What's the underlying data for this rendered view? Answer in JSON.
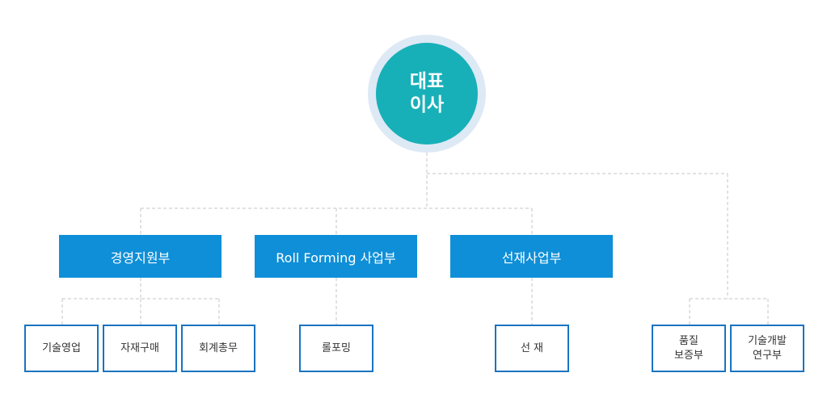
{
  "ceo": {
    "line1": "대표",
    "line2": "이사"
  },
  "departments": [
    {
      "label": "경영지원부"
    },
    {
      "label": "Roll Forming 사업부"
    },
    {
      "label": "선재사업부"
    }
  ],
  "teams": {
    "management": [
      {
        "label": "기술영업"
      },
      {
        "label": "자재구매"
      },
      {
        "label": "회계총무"
      }
    ],
    "roll_forming": [
      {
        "label": "롤포밍"
      }
    ],
    "wire": [
      {
        "label": "선 재"
      }
    ],
    "direct": [
      {
        "line1": "품질",
        "line2": "보증부"
      },
      {
        "line1": "기술개발",
        "line2": "연구부"
      }
    ]
  },
  "colors": {
    "ceo_fill": "#18b0b8",
    "ceo_ring": "#dde9f5",
    "department_fill": "#0f8fd7",
    "team_border": "#1a73c0",
    "connector": "#c4c4c4"
  }
}
